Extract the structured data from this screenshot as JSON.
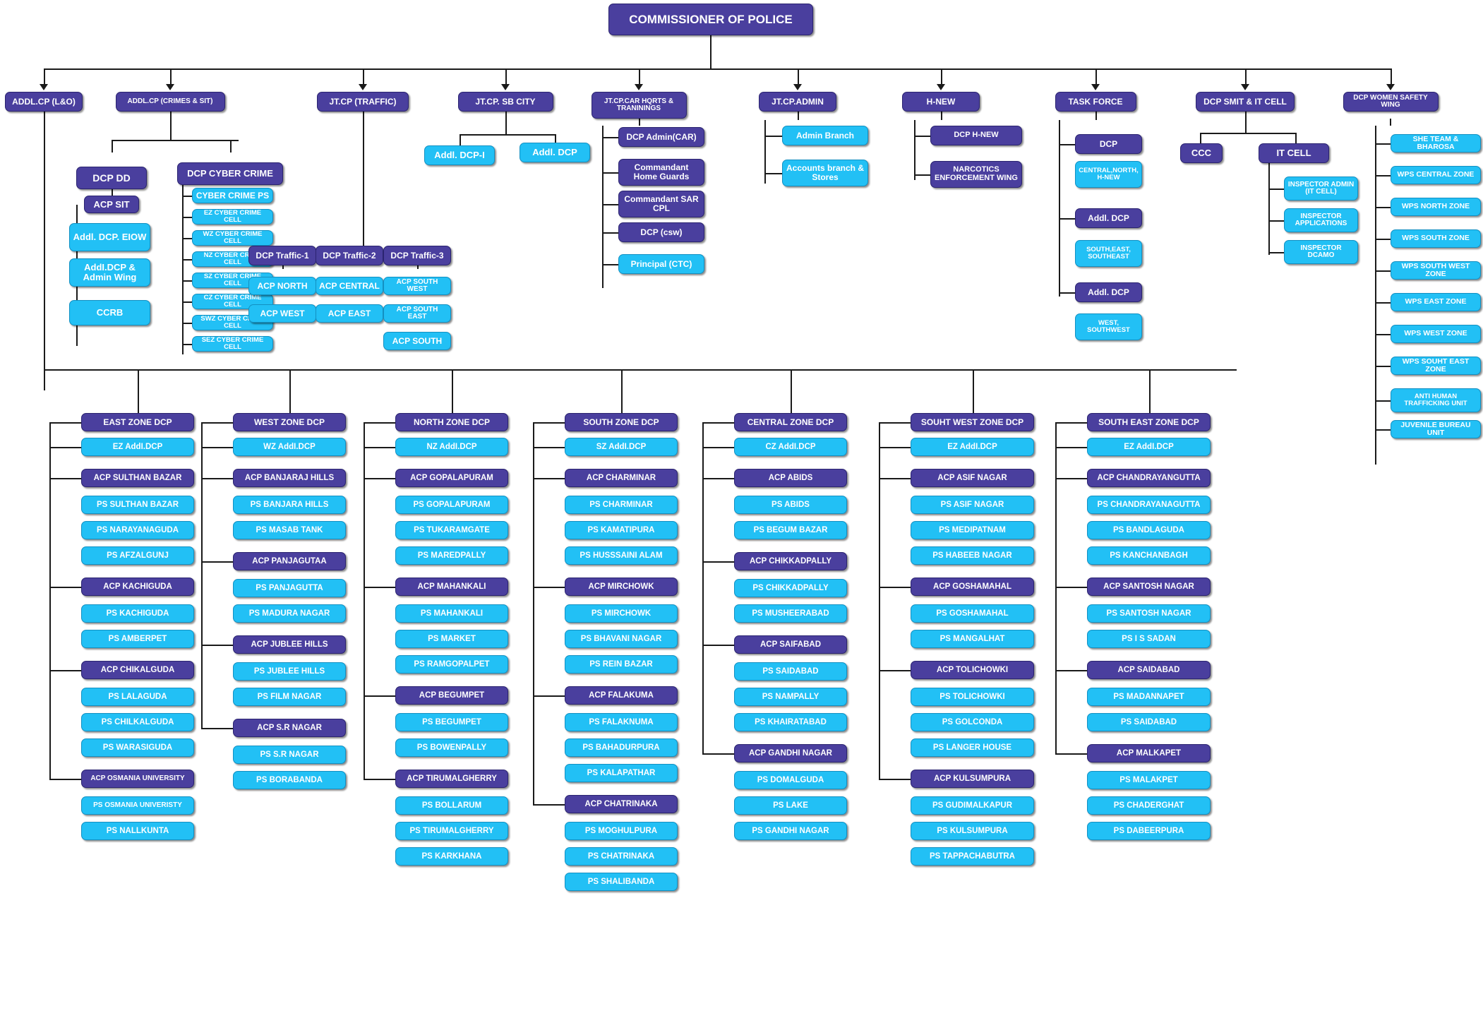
{
  "title": "COMMISSIONER OF POLICE",
  "top_level": [
    {
      "label": "ADDL.CP (L&O)"
    },
    {
      "label": "ADDL.CP (CRIMES & SIT)"
    },
    {
      "label": "JT.CP (TRAFFIC)"
    },
    {
      "label": "JT.CP. SB CITY"
    },
    {
      "label": "JT.CP.CAR HQRTS & TRANININGS"
    },
    {
      "label": "JT.CP.ADMIN"
    },
    {
      "label": "H-NEW"
    },
    {
      "label": "TASK FORCE"
    },
    {
      "label": "DCP SMIT & IT CELL"
    },
    {
      "label": "DCP WOMEN SAFETY WING"
    }
  ],
  "crimes_sit": {
    "dcp_dd": "DCP DD",
    "acp_sit": "ACP SIT",
    "addl_dcp_eiow": "Addl. DCP. EIOW",
    "addl_dcp_admin": "AddI.DCP & Admin Wing",
    "ccrb": "CCRB",
    "dcp_cyber_crime": "DCP CYBER CRIME",
    "cyber_cells": [
      "CYBER  CRIME PS",
      "EZ CYBER  CRIME CELL",
      "WZ CYBER  CRIME CELL",
      "NZ CYBER  CRIME CELL",
      "SZ CYBER  CRIME CELL",
      "CZ CYBER  CRIME CELL",
      "SWZ CYBER  CRIME CELL",
      "SEZ CYBER  CRIME CELL"
    ]
  },
  "traffic": {
    "dcp1": "DCP Traffic-1",
    "dcp1_acps": [
      "ACP NORTH",
      "ACP WEST"
    ],
    "dcp2": "DCP Traffic-2",
    "dcp2_acps": [
      "ACP CENTRAL",
      "ACP EAST"
    ],
    "dcp3": "DCP Traffic-3",
    "dcp3_acps": [
      "ACP SOUTH WEST",
      "ACP SOUTH EAST",
      "ACP SOUTH"
    ]
  },
  "sb_city": {
    "children": [
      "Addl. DCP-I",
      "Addl. DCP"
    ]
  },
  "car_hqrts": {
    "children": [
      "DCP Admin(CAR)",
      "Commandant Home Guards",
      "Commandant SAR CPL",
      "DCP (csw)",
      "Principal (CTC)"
    ],
    "child_colors": [
      "purple",
      "purple",
      "purple",
      "purple",
      "cyan"
    ]
  },
  "admin": {
    "children": [
      "Admin Branch",
      "Accounts branch & Stores"
    ]
  },
  "hnew": {
    "children": [
      "DCP H-NEW",
      "NARCOTICS ENFORCEMENT WING"
    ]
  },
  "task_force": {
    "children": [
      {
        "label": "DCP",
        "color": "purple"
      },
      {
        "label": "CENTRAL,NORTH, H-NEW",
        "color": "cyan"
      },
      {
        "label": "Addl. DCP",
        "color": "purple"
      },
      {
        "label": "SOUTH,EAST, SOUTHEAST",
        "color": "cyan"
      },
      {
        "label": "Addl. DCP",
        "color": "purple"
      },
      {
        "label": "WEST, SOUTHWEST",
        "color": "cyan"
      }
    ]
  },
  "smit_it": {
    "ccc": "CCC",
    "it_cell": "IT CELL",
    "inspectors": [
      "INSPECTOR ADMIN (IT CELL)",
      "INSPECTOR APPLICATIONS",
      "INSPECTOR DCAMO"
    ]
  },
  "women_safety": {
    "children": [
      "SHE TEAM & BHAROSA",
      "WPS CENTRAL ZONE",
      "WPS NORTH ZONE",
      "WPS SOUTH ZONE",
      "WPS SOUTH WEST ZONE",
      "WPS EAST ZONE",
      "WPS WEST ZONE",
      "WPS SOUHT EAST ZONE",
      "ANTI HUMAN TRAFFICKING UNIT",
      "JUVENILE BUREAU UNIT"
    ]
  },
  "zones": [
    {
      "name": "EAST ZONE DCP",
      "items": [
        {
          "label": "EZ AddI.DCP",
          "color": "cyan",
          "link": true
        },
        {
          "label": "ACP SULTHAN BAZAR",
          "color": "purple",
          "link": true
        },
        {
          "label": "PS SULTHAN BAZAR",
          "color": "cyan",
          "link": false
        },
        {
          "label": "PS NARAYANAGUDA",
          "color": "cyan",
          "link": false
        },
        {
          "label": "PS AFZALGUNJ",
          "color": "cyan",
          "link": false
        },
        {
          "label": "ACP KACHIGUDA",
          "color": "purple",
          "link": true
        },
        {
          "label": "PS KACHIGUDA",
          "color": "cyan",
          "link": false
        },
        {
          "label": "PS AMBERPET",
          "color": "cyan",
          "link": false
        },
        {
          "label": "ACP CHIKALGUDA",
          "color": "purple",
          "link": true
        },
        {
          "label": "PS LALAGUDA",
          "color": "cyan",
          "link": false
        },
        {
          "label": "PS CHILKALGUDA",
          "color": "cyan",
          "link": false
        },
        {
          "label": "PS WARASIGUDA",
          "color": "cyan",
          "link": false
        },
        {
          "label": "ACP OSMANIA UNIVERSITY",
          "color": "purple",
          "link": true
        },
        {
          "label": "PS OSMANIA UNIVERISTY",
          "color": "cyan",
          "link": false
        },
        {
          "label": "PS NALLKUNTA",
          "color": "cyan",
          "link": false
        }
      ]
    },
    {
      "name": "WEST ZONE DCP",
      "items": [
        {
          "label": "WZ AddI.DCP",
          "color": "cyan",
          "link": true
        },
        {
          "label": "ACP BANJARAJ HILLS",
          "color": "purple",
          "link": true
        },
        {
          "label": "PS BANJARA HILLS",
          "color": "cyan",
          "link": false
        },
        {
          "label": "PS MASAB TANK",
          "color": "cyan",
          "link": false
        },
        {
          "label": "ACP PANJAGUTAA",
          "color": "purple",
          "link": true
        },
        {
          "label": "PS PANJAGUTTA",
          "color": "cyan",
          "link": false
        },
        {
          "label": "PS MADURA NAGAR",
          "color": "cyan",
          "link": false
        },
        {
          "label": "ACP JUBLEE HILLS",
          "color": "purple",
          "link": true
        },
        {
          "label": "PS JUBLEE HILLS",
          "color": "cyan",
          "link": false
        },
        {
          "label": "PS FILM NAGAR",
          "color": "cyan",
          "link": false
        },
        {
          "label": "ACP S.R NAGAR",
          "color": "purple",
          "link": true
        },
        {
          "label": "PS S.R NAGAR",
          "color": "cyan",
          "link": false
        },
        {
          "label": "PS BORABANDA",
          "color": "cyan",
          "link": false
        }
      ]
    },
    {
      "name": "NORTH ZONE DCP",
      "items": [
        {
          "label": "NZ AddI.DCP",
          "color": "cyan",
          "link": true
        },
        {
          "label": "ACP GOPALAPURAM",
          "color": "purple",
          "link": true
        },
        {
          "label": "PS GOPALAPURAM",
          "color": "cyan",
          "link": false
        },
        {
          "label": "PS TUKARAMGATE",
          "color": "cyan",
          "link": false
        },
        {
          "label": "PS MAREDPALLY",
          "color": "cyan",
          "link": false
        },
        {
          "label": "ACP MAHANKALI",
          "color": "purple",
          "link": true
        },
        {
          "label": "PS MAHANKALI",
          "color": "cyan",
          "link": false
        },
        {
          "label": "PS MARKET",
          "color": "cyan",
          "link": false
        },
        {
          "label": "PS RAMGOPALPET",
          "color": "cyan",
          "link": false
        },
        {
          "label": "ACP BEGUMPET",
          "color": "purple",
          "link": true
        },
        {
          "label": "PS BEGUMPET",
          "color": "cyan",
          "link": false
        },
        {
          "label": "PS BOWENPALLY",
          "color": "cyan",
          "link": false
        },
        {
          "label": "ACP TIRUMALGHERRY",
          "color": "purple",
          "link": true
        },
        {
          "label": "PS BOLLARUM",
          "color": "cyan",
          "link": false
        },
        {
          "label": "PS TIRUMALGHERRY",
          "color": "cyan",
          "link": false
        },
        {
          "label": "PS KARKHANA",
          "color": "cyan",
          "link": false
        }
      ]
    },
    {
      "name": "SOUTH ZONE DCP",
      "items": [
        {
          "label": "SZ AddI.DCP",
          "color": "cyan",
          "link": true
        },
        {
          "label": "ACP CHARMINAR",
          "color": "purple",
          "link": true
        },
        {
          "label": "PS CHARMINAR",
          "color": "cyan",
          "link": false
        },
        {
          "label": "PS KAMATIPURA",
          "color": "cyan",
          "link": false
        },
        {
          "label": "PS HUSSSAINI ALAM",
          "color": "cyan",
          "link": false
        },
        {
          "label": "ACP MIRCHOWK",
          "color": "purple",
          "link": true
        },
        {
          "label": "PS MIRCHOWK",
          "color": "cyan",
          "link": false
        },
        {
          "label": "PS BHAVANI NAGAR",
          "color": "cyan",
          "link": false
        },
        {
          "label": "PS REIN BAZAR",
          "color": "cyan",
          "link": false
        },
        {
          "label": "ACP FALAKUMA",
          "color": "purple",
          "link": true
        },
        {
          "label": "PS FALAKNUMA",
          "color": "cyan",
          "link": false
        },
        {
          "label": "PS BAHADURPURA",
          "color": "cyan",
          "link": false
        },
        {
          "label": "PS KALAPATHAR",
          "color": "cyan",
          "link": false
        },
        {
          "label": "ACP CHATRINAKA",
          "color": "purple",
          "link": true
        },
        {
          "label": "PS MOGHULPURA",
          "color": "cyan",
          "link": false
        },
        {
          "label": "PS CHATRINAKA",
          "color": "cyan",
          "link": false
        },
        {
          "label": "PS SHALIBANDA",
          "color": "cyan",
          "link": false
        }
      ]
    },
    {
      "name": "CENTRAL ZONE DCP",
      "items": [
        {
          "label": "CZ AddI.DCP",
          "color": "cyan",
          "link": true
        },
        {
          "label": "ACP ABIDS",
          "color": "purple",
          "link": true
        },
        {
          "label": "PS ABIDS",
          "color": "cyan",
          "link": false
        },
        {
          "label": "PS BEGUM BAZAR",
          "color": "cyan",
          "link": false
        },
        {
          "label": "ACP CHIKKADPALLY",
          "color": "purple",
          "link": true
        },
        {
          "label": "PS CHIKKADPALLY",
          "color": "cyan",
          "link": false
        },
        {
          "label": "PS MUSHEERABAD",
          "color": "cyan",
          "link": false
        },
        {
          "label": "ACP SAIFABAD",
          "color": "purple",
          "link": true
        },
        {
          "label": "PS SAIDABAD",
          "color": "cyan",
          "link": false
        },
        {
          "label": "PS NAMPALLY",
          "color": "cyan",
          "link": false
        },
        {
          "label": "PS KHAIRATABAD",
          "color": "cyan",
          "link": false
        },
        {
          "label": "ACP GANDHI NAGAR",
          "color": "purple",
          "link": true
        },
        {
          "label": "PS DOMALGUDA",
          "color": "cyan",
          "link": false
        },
        {
          "label": "PS LAKE",
          "color": "cyan",
          "link": false
        },
        {
          "label": "PS GANDHI NAGAR",
          "color": "cyan",
          "link": false
        }
      ]
    },
    {
      "name": "SOUHT WEST ZONE DCP",
      "items": [
        {
          "label": "EZ AddI.DCP",
          "color": "cyan",
          "link": true
        },
        {
          "label": "ACP ASIF NAGAR",
          "color": "purple",
          "link": true
        },
        {
          "label": "PS ASIF NAGAR",
          "color": "cyan",
          "link": false
        },
        {
          "label": "PS MEDIPATNAM",
          "color": "cyan",
          "link": false
        },
        {
          "label": "PS HABEEB NAGAR",
          "color": "cyan",
          "link": false
        },
        {
          "label": "ACP GOSHAMAHAL",
          "color": "purple",
          "link": true
        },
        {
          "label": "PS GOSHAMAHAL",
          "color": "cyan",
          "link": false
        },
        {
          "label": "PS MANGALHAT",
          "color": "cyan",
          "link": false
        },
        {
          "label": "ACP TOLICHOWKI",
          "color": "purple",
          "link": true
        },
        {
          "label": "PS TOLICHOWKI",
          "color": "cyan",
          "link": false
        },
        {
          "label": "PS GOLCONDA",
          "color": "cyan",
          "link": false
        },
        {
          "label": "PS LANGER HOUSE",
          "color": "cyan",
          "link": false
        },
        {
          "label": "ACP KULSUMPURA",
          "color": "purple",
          "link": true
        },
        {
          "label": "PS GUDIMALKAPUR",
          "color": "cyan",
          "link": false
        },
        {
          "label": "PS KULSUMPURA",
          "color": "cyan",
          "link": false
        },
        {
          "label": "PS TAPPACHABUTRA",
          "color": "cyan",
          "link": false
        }
      ]
    },
    {
      "name": "SOUTH EAST  ZONE DCP",
      "items": [
        {
          "label": "EZ AddI.DCP",
          "color": "cyan",
          "link": true
        },
        {
          "label": "ACP CHANDRAYANGUTTA",
          "color": "purple",
          "link": true
        },
        {
          "label": "PS CHANDRAYANAGUTTA",
          "color": "cyan",
          "link": false
        },
        {
          "label": "PS BANDLAGUDA",
          "color": "cyan",
          "link": false
        },
        {
          "label": "PS KANCHANBAGH",
          "color": "cyan",
          "link": false
        },
        {
          "label": "ACP SANTOSH NAGAR",
          "color": "purple",
          "link": true
        },
        {
          "label": "PS SANTOSH NAGAR",
          "color": "cyan",
          "link": false
        },
        {
          "label": "PS I S SADAN",
          "color": "cyan",
          "link": false
        },
        {
          "label": "ACP SAIDABAD",
          "color": "purple",
          "link": true
        },
        {
          "label": "PS MADANNAPET",
          "color": "cyan",
          "link": false
        },
        {
          "label": "PS SAIDABAD",
          "color": "cyan",
          "link": false
        },
        {
          "label": "ACP MALKAPET",
          "color": "purple",
          "link": true
        },
        {
          "label": "PS MALAKPET",
          "color": "cyan",
          "link": false
        },
        {
          "label": "PS CHADERGHAT",
          "color": "cyan",
          "link": false
        },
        {
          "label": "PS DABEERPURA",
          "color": "cyan",
          "link": false
        }
      ]
    }
  ],
  "colors": {
    "purple": "#4a3f9e",
    "cyan": "#22c0f5",
    "line": "#1a1a1a",
    "background": "#ffffff"
  }
}
